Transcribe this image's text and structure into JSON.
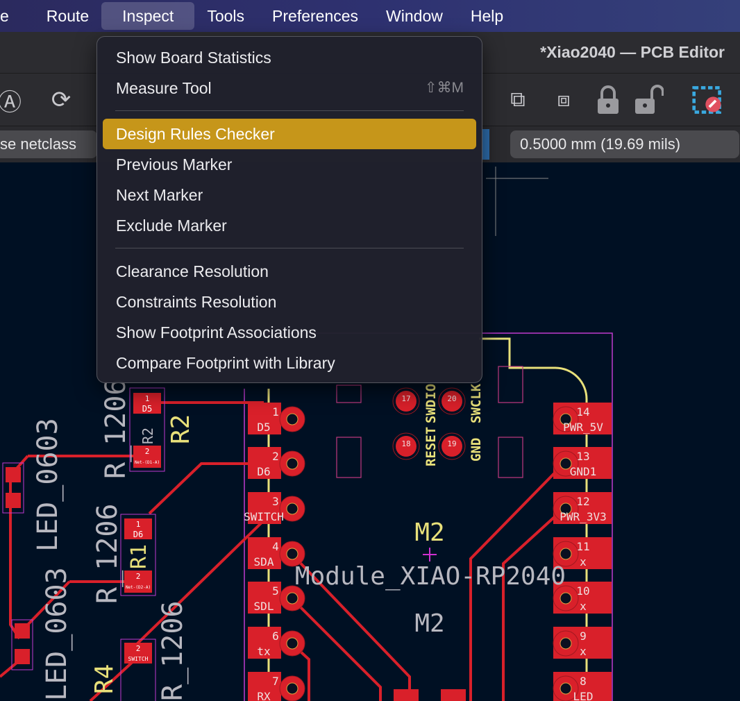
{
  "menubar": {
    "items": [
      "e",
      "Route",
      "Inspect",
      "Tools",
      "Preferences",
      "Window",
      "Help"
    ]
  },
  "window": {
    "title": "*Xiao2040 — PCB Editor"
  },
  "optbar": {
    "netclass": "se netclass",
    "width": "0.5000 mm (19.69 mils)"
  },
  "menu": {
    "items": [
      {
        "label": "Show Board Statistics"
      },
      {
        "label": "Measure Tool",
        "shortcut": "⇧⌘M"
      },
      {
        "label": "Design Rules Checker"
      },
      {
        "label": "Previous Marker"
      },
      {
        "label": "Next Marker"
      },
      {
        "label": "Exclude Marker"
      },
      {
        "label": "Clearance Resolution"
      },
      {
        "label": "Constraints Resolution"
      },
      {
        "label": "Show Footprint Associations"
      },
      {
        "label": "Compare Footprint with Library"
      }
    ]
  },
  "pcb": {
    "module_ref": "M2",
    "module_value": "Module_XIAO-RP2040",
    "module_ref2": "M2",
    "left_pins": [
      {
        "n": "1",
        "net": "D5"
      },
      {
        "n": "2",
        "net": "D6"
      },
      {
        "n": "3",
        "net": "SWITCH"
      },
      {
        "n": "4",
        "net": "SDA"
      },
      {
        "n": "5",
        "net": "SDL"
      },
      {
        "n": "6",
        "net": "tx"
      },
      {
        "n": "7",
        "net": "RX"
      }
    ],
    "right_pins": [
      {
        "n": "14",
        "net": "PWR_5V"
      },
      {
        "n": "13",
        "net": "GND1"
      },
      {
        "n": "12",
        "net": "PWR_3V3"
      },
      {
        "n": "11",
        "net": "x"
      },
      {
        "n": "10",
        "net": "x"
      },
      {
        "n": "9",
        "net": "x"
      },
      {
        "n": "8",
        "net": "LED"
      }
    ],
    "swd_pads": [
      "17",
      "20",
      "18",
      "19"
    ],
    "swd_labels": [
      "RESET",
      "SWDIO",
      "GND",
      "SWCLK"
    ],
    "r2": {
      "ref": "R2",
      "value": "R_1206",
      "pad1": "D5",
      "pad2": "Net-(D1-A)"
    },
    "r1": {
      "ref": "R1",
      "value": "R_1206",
      "pad1": "D6",
      "pad2": "Net-(D2-A)"
    },
    "r4": {
      "ref": "R4",
      "value": "R_1206",
      "pad2": "SWITCH"
    },
    "led1_value": "LED_0603",
    "led2_value": "LED_0603"
  }
}
